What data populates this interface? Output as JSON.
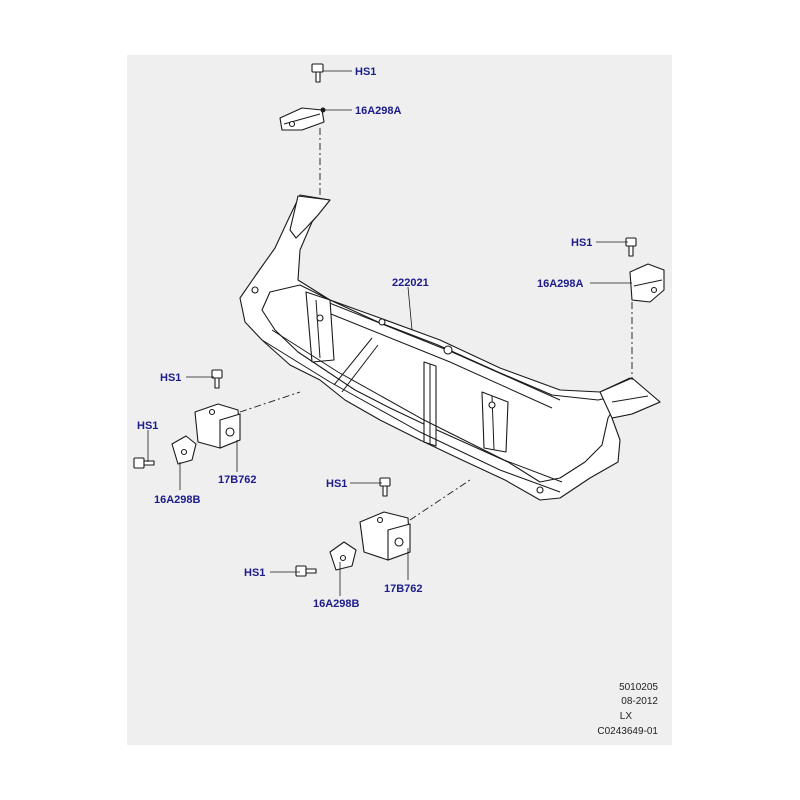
{
  "callouts": {
    "hs1_top": "HS1",
    "bracket_top": "16A298A",
    "hs1_right": "HS1",
    "bracket_right": "16A298A",
    "carrier": "222021",
    "hs1_left_upper": "HS1",
    "hs1_left_lower": "HS1",
    "bracket_left_b": "16A298B",
    "mount_left": "17B762",
    "hs1_center": "HS1",
    "hs1_center_lower": "HS1",
    "bracket_center_b": "16A298B",
    "mount_center": "17B762"
  },
  "stamp": {
    "code": "5010205",
    "date": "08-2012",
    "model": "LX",
    "illustration": "C0243649-01"
  },
  "colors": {
    "panel": "#efefef",
    "callout": "#1c1c8a",
    "line": "#1a1a1a"
  }
}
